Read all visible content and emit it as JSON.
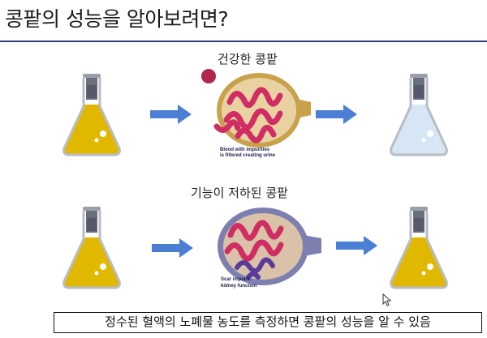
{
  "title": "콩팥의 성능을 알아보려면?",
  "healthy": {
    "label": "건강한 콩팥",
    "kidney_caption_1": "Blood with impurities",
    "kidney_caption_2": "is filtered creating urine"
  },
  "impaired": {
    "label": "기능이 저하된 콩팥",
    "kidney_caption_1": "Scar impairs",
    "kidney_caption_2": "kidney function"
  },
  "caption": "정수된 혈액의 노폐물 농도를 측정하면 콩팥의 성능을 알 수 있음",
  "colors": {
    "title_rule": "#2f3d7a",
    "arrow": "#4a7fd4",
    "yellow_liquid": "#e0b800",
    "clear_liquid": "#d6e6f5",
    "kidney_tissue": "#cf2d63"
  },
  "icons": [
    "flask-icon",
    "arrow-right-icon",
    "kidney-illustration",
    "cursor-icon"
  ]
}
